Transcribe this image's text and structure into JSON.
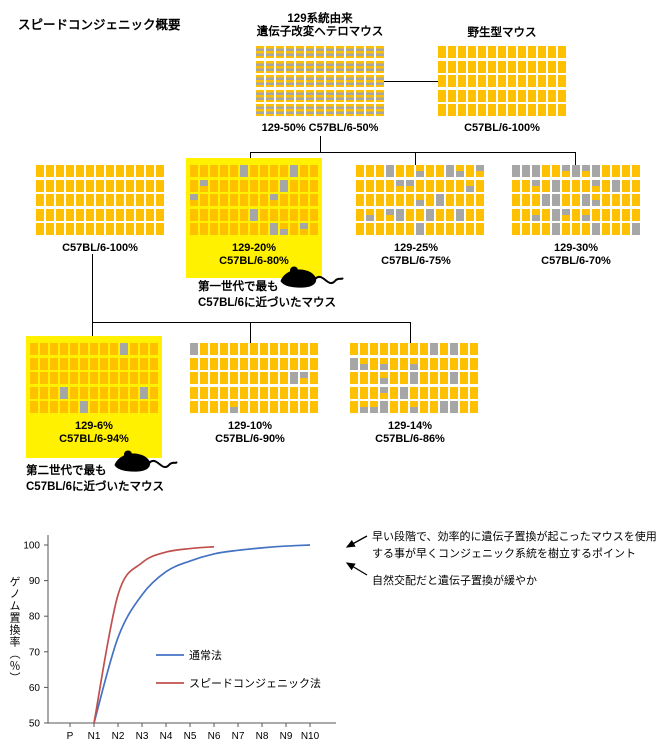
{
  "title": "スピードコンジェニック概要",
  "colors": {
    "chromosome_yellow": "#FFC000",
    "chromosome_gray": "#A6A6A6",
    "highlight": "#FFF100",
    "normal_line": "#4472C4",
    "speed_line": "#C0504D"
  },
  "pedigree": {
    "parent_hetero": {
      "label_line1": "129系統由来",
      "label_line2": "遺伝子改変ヘテロマウス",
      "caption": "129-50% C57BL/6-50%",
      "pattern": "striped"
    },
    "parent_wild": {
      "label": "野生型マウス",
      "caption": "C57BL/6-100%",
      "pattern": "solid",
      "gray_fraction": 0
    },
    "gen1": [
      {
        "caption1": "C57BL/6-100%",
        "pattern": "solid",
        "gray_fraction": 0
      },
      {
        "caption1": "129-20%",
        "caption2": "C57BL/6-80%",
        "pattern": "random",
        "gray_fraction": 0.2,
        "highlight": true
      },
      {
        "caption1": "129-25%",
        "caption2": "C57BL/6-75%",
        "pattern": "random",
        "gray_fraction": 0.25
      },
      {
        "caption1": "129-30%",
        "caption2": "C57BL/6-70%",
        "pattern": "random",
        "gray_fraction": 0.3
      }
    ],
    "gen1_note_line1": "第一世代で最も",
    "gen1_note_line2": "C57BL/6に近づいたマウス",
    "gen2": [
      {
        "caption1": "129-6%",
        "caption2": "C57BL/6-94%",
        "pattern": "random",
        "gray_fraction": 0.06,
        "highlight": true
      },
      {
        "caption1": "129-10%",
        "caption2": "C57BL/6-90%",
        "pattern": "random",
        "gray_fraction": 0.1
      },
      {
        "caption1": "129-14%",
        "caption2": "C57BL/6-86%",
        "pattern": "random",
        "gray_fraction": 0.14
      }
    ],
    "gen2_note_line1": "第二世代で最も",
    "gen2_note_line2": "C57BL/6に近づいたマウス"
  },
  "chart_data": {
    "type": "line",
    "x": [
      "P",
      "N1",
      "N2",
      "N3",
      "N4",
      "N5",
      "N6",
      "N7",
      "N8",
      "N9",
      "N10"
    ],
    "series": [
      {
        "name": "通常法",
        "color_key": "normal_line",
        "values": [
          null,
          50,
          74,
          86,
          92.5,
          95.5,
          97.5,
          98.5,
          99.2,
          99.7,
          100
        ]
      },
      {
        "name": "スピードコンジェニック法",
        "color_key": "speed_line",
        "values": [
          null,
          50,
          86,
          95,
          98,
          99,
          99.5,
          null,
          null,
          null,
          null
        ]
      }
    ],
    "ylabel": "ゲノム置換率（％）",
    "ylim": [
      50,
      100
    ],
    "yticks": [
      50,
      60,
      70,
      80,
      90,
      100
    ],
    "grid": false,
    "legend_position": "inside"
  },
  "annotations": {
    "line1": "早い段階で、効率的に遺伝子置換が起こったマウスを使用",
    "line2": "する事が早くコンジェニック系統を樹立するポイント",
    "line3": "自然交配だと遺伝子置換が緩やか"
  }
}
